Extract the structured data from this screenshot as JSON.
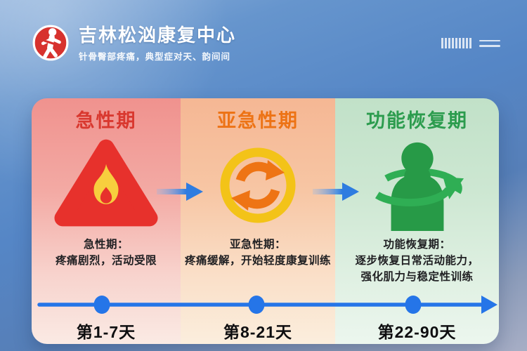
{
  "header": {
    "title": "吉林松汹康复中心",
    "subtitle": "针骨臀部疼痛，典型症对天、韵间间"
  },
  "icons": {
    "logo": "rehab-person-icon",
    "phase1": "flame-warning-triangle-icon",
    "phase2": "refresh-cycle-icon",
    "phase3": "person-rotation-arrow-icon",
    "between_cards": "right-arrow-icon",
    "timeline": "timeline-arrow-icon",
    "top_right": "decor-bars-and-lines"
  },
  "phases": [
    {
      "title": "急性期",
      "desc_heading": "急性期：",
      "desc_lines": [
        "疼痛剧烈，活动受限"
      ],
      "timeline_label": "第1-7天",
      "accent": "#d9382f"
    },
    {
      "title": "亚急性期",
      "desc_heading": "亚急性期：",
      "desc_lines": [
        "疼痛缓解，开始轻度康复训练"
      ],
      "timeline_label": "第8-21天",
      "accent": "#ed7315"
    },
    {
      "title": "功能恢复期",
      "desc_heading": "功能恢复期：",
      "desc_lines": [
        "逐步恢复日常活动能力，",
        "强化肌力与稳定性训练"
      ],
      "timeline_label": "第22-90天",
      "accent": "#2c9c4e"
    }
  ],
  "colors": {
    "background_top": "#6695cd",
    "background_bottom": "#a7aec5",
    "timeline_blue": "#2575e8",
    "logo_red": "#d7322e",
    "card1_bg_top": "#f0928e",
    "card2_bg_top": "#f5b794",
    "card3_bg_top": "#c1e1c8"
  }
}
